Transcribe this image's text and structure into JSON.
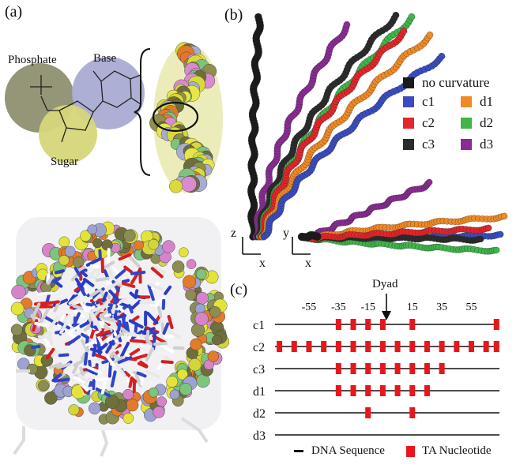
{
  "panels": {
    "a": "(a)",
    "b": "(b)",
    "c": "(c)"
  },
  "panel_a": {
    "phosphate_label": "Phosphate",
    "base_label": "Base",
    "sugar_label": "Sugar",
    "phosphate_color": "#8a8a68",
    "sugar_color": "#d6d67a",
    "base_color": "#a9acd2"
  },
  "panel_b": {
    "legend": [
      {
        "label": "no curvature",
        "color": "#1a1a1a"
      },
      {
        "label": "c1",
        "color": "#3a4cc0"
      },
      {
        "label": "c2",
        "color": "#e3262a"
      },
      {
        "label": "c3",
        "color": "#2b2b2b"
      },
      {
        "label": "d1",
        "color": "#f08a24"
      },
      {
        "label": "d2",
        "color": "#3fb54a"
      },
      {
        "label": "d3",
        "color": "#8b2c95"
      }
    ],
    "axes_left": {
      "vertical": "z",
      "horizontal": "x"
    },
    "axes_right": {
      "vertical": "y",
      "horizontal": "x"
    }
  },
  "panel_c": {
    "dyad_label": "Dyad",
    "ticks": [
      "-55",
      "-35",
      "-15",
      "15",
      "35",
      "55"
    ],
    "tick_values": [
      -55,
      -35,
      -15,
      15,
      35,
      55
    ],
    "rows": [
      {
        "label": "c1",
        "positions": [
          -35,
          -25,
          -15,
          -5,
          15,
          72
        ]
      },
      {
        "label": "c2",
        "positions": [
          -75,
          -65,
          -55,
          -45,
          -35,
          -25,
          -15,
          -5,
          5,
          15,
          25,
          35,
          45,
          55,
          65,
          72
        ]
      },
      {
        "label": "c3",
        "positions": [
          -35,
          -25,
          -15,
          -5,
          5,
          15,
          25,
          35
        ]
      },
      {
        "label": "d1",
        "positions": [
          -35,
          -25,
          -15,
          -5,
          5,
          15,
          25
        ]
      },
      {
        "label": "d2",
        "positions": [
          -15,
          15
        ]
      },
      {
        "label": "d3",
        "positions": []
      }
    ],
    "legend_sequence": "DNA Sequence",
    "legend_ta": "TA Nucleotide",
    "ta_color": "#e8161b"
  }
}
